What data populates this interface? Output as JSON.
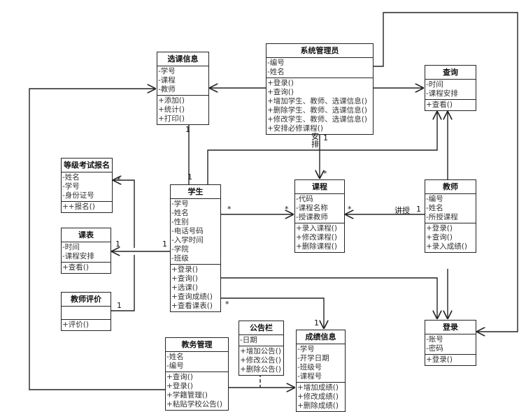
{
  "classes": {
    "xuanke": {
      "name": "选课信息",
      "attrs": [
        "-学号",
        "-课程",
        "-教师"
      ],
      "ops": [
        "+添加()",
        "+统计()",
        "+打印()"
      ]
    },
    "admin": {
      "name": "系统管理员",
      "attrs": [
        "-编号",
        "-姓名"
      ],
      "ops": [
        "+登录()",
        "+查询()",
        "+增加学生、教师、选课信息()",
        "+删除学生、教师、选课信息()",
        "+修改学生、教师、选课信息()",
        "+安排必修课程()"
      ]
    },
    "query": {
      "name": "查询",
      "attrs": [
        "-时间",
        "-课程安排"
      ],
      "ops": [
        "+查看()"
      ]
    },
    "exam": {
      "name": "等级考试报名",
      "attrs": [
        "-姓名",
        "-学号",
        "-身份证号"
      ],
      "ops": [
        "++报名()"
      ]
    },
    "student": {
      "name": "学生",
      "attrs": [
        "-学号",
        "-姓名",
        "-性别",
        "-电话号码",
        "-入学时间",
        "-学院",
        "-班级"
      ],
      "ops": [
        "+登录()",
        "+查询()",
        "+选课()",
        "+查询成绩()",
        "+查看课表()"
      ]
    },
    "course": {
      "name": "课程",
      "attrs": [
        "-代码",
        "-课程名称",
        "-授课教师"
      ],
      "ops": [
        "+录入课程()",
        "+修改课程()",
        "+删除课程()"
      ]
    },
    "teacher": {
      "name": "教师",
      "attrs": [
        "-编号",
        "-姓名",
        "-所授课程"
      ],
      "ops": [
        "+登录()",
        "+查询()",
        "+录入成绩()"
      ]
    },
    "timetable": {
      "name": "课表",
      "attrs": [
        "-时间",
        "-课程安排"
      ],
      "ops": [
        "+查看()"
      ]
    },
    "evaluation": {
      "name": "教师评价",
      "attrs": [],
      "ops": [
        "+评价()"
      ]
    },
    "login": {
      "name": "登录",
      "attrs": [
        "-账号",
        "-密码"
      ],
      "ops": [
        "+登录()"
      ]
    },
    "notice": {
      "name": "公告栏",
      "attrs": [
        "-日期"
      ],
      "ops": [
        "+增加公告()",
        "+修改公告()",
        "+删除公告()"
      ]
    },
    "grades": {
      "name": "成绩信息",
      "attrs": [
        "-学号",
        "-开学日期",
        "-班级号",
        "-课程号"
      ],
      "ops": [
        "+增加成绩()",
        "+修改成绩()",
        "+删除成绩()"
      ]
    },
    "affairs": {
      "name": "教务管理",
      "attrs": [
        "-姓名",
        "-编号"
      ],
      "ops": [
        "+查询()",
        "+登录()",
        "+学籍管理()",
        "+粘贴学校公告()"
      ]
    }
  },
  "labels": {
    "arrange": "安\n排",
    "arrange_one": "1",
    "arrange_many": "*",
    "xuanke_one": "1",
    "student_one": "1",
    "student_course_many": "*",
    "course_student_many": "*",
    "teach": "讲授",
    "teacher_one": "1",
    "course_teacher_many": "*",
    "exam_many": "*",
    "timetable_one": "1",
    "student_timetable_one": "1",
    "evaluation_one": "1",
    "student_grades_many": "*",
    "grades_one": "1"
  }
}
